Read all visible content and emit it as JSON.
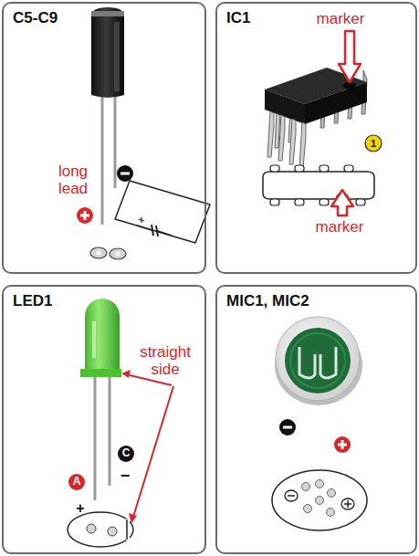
{
  "diagram": {
    "nodes": [
      {
        "text": [
          "C5-C9"
        ]
      },
      {
        "text": [
          "IC1"
        ]
      },
      {
        "text": [
          "LED1"
        ]
      },
      {
        "text": [
          "MIC1, MIC2"
        ]
      }
    ],
    "labels": [
      "long lead",
      "marker",
      "marker",
      "1",
      "straight side",
      "C",
      "A",
      "−",
      "+"
    ]
  }
}
